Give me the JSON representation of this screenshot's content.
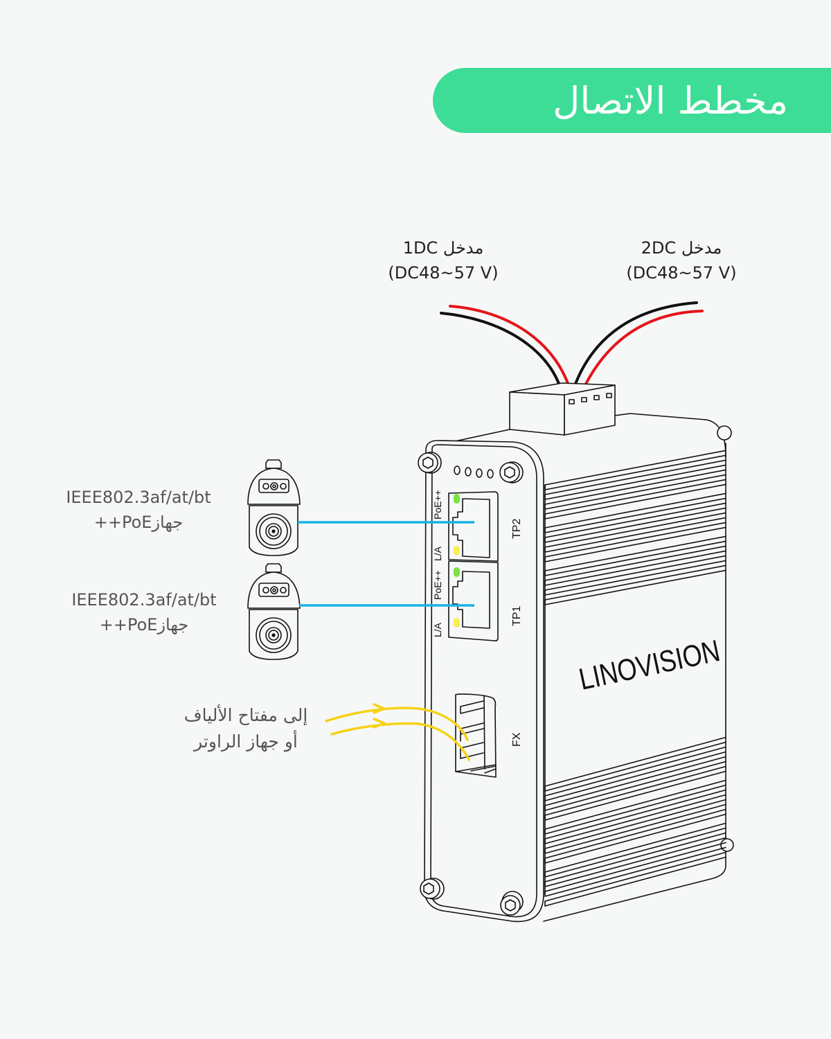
{
  "title": {
    "text": "مخطط الاتصال",
    "background_color": "#3ddc97",
    "text_color": "#ffffff"
  },
  "power_inputs": [
    {
      "name": "مدخل 1DC",
      "voltage": "(DC48~57 V)"
    },
    {
      "name": "مدخل 2DC",
      "voltage": "(DC48~57 V)"
    }
  ],
  "poe_devices": [
    {
      "standard": "IEEE802.3af/at/bt",
      "device": "جهازPoE++",
      "connected_port": "TP2"
    },
    {
      "standard": "IEEE802.3af/at/bt",
      "device": "جهازPoE++",
      "connected_port": "TP1"
    }
  ],
  "fiber_link": {
    "line1": "إلى مفتاح الألياف",
    "line2": "أو جهاز الراوتر",
    "connected_port": "FX"
  },
  "device": {
    "brand": "LINOVISION",
    "ports": [
      {
        "id": "TP2",
        "led_top": "PoE++",
        "led_bottom": "L/A"
      },
      {
        "id": "TP1",
        "led_top": "PoE++",
        "led_bottom": "L/A"
      },
      {
        "id": "FX"
      }
    ]
  },
  "colors": {
    "ethernet_cable": "#1ab3e6",
    "fiber_cable": "#f7d117",
    "wire_positive": "#e5141b",
    "wire_negative": "#111111",
    "led_poe": "#7be243",
    "led_link": "#f7ee55"
  }
}
